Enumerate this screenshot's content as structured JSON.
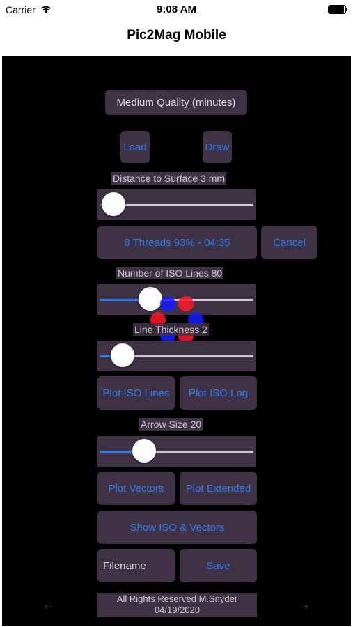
{
  "status_bar": {
    "carrier": "Carrier",
    "time": "9:08 AM"
  },
  "nav": {
    "title": "Pic2Mag Mobile"
  },
  "quality_button": "Medium Quality (minutes)",
  "load_button": "Load",
  "draw_button": "Draw",
  "distance": {
    "label": "Distance to Surface  3 mm",
    "slider_fraction": 0.03
  },
  "threads_button": "8 Threads 93% - 04:35",
  "cancel_button": "Cancel",
  "iso_lines": {
    "label": "Number of ISO Lines  80",
    "slider_fraction": 0.32
  },
  "line_thickness": {
    "label": "Line Thickness  2",
    "slider_fraction": 0.15
  },
  "plot_iso_lines_button": "Plot ISO Lines",
  "plot_iso_log_button": "Plot ISO Log",
  "arrow_size": {
    "label": "Arrow Size  20",
    "slider_fraction": 0.29
  },
  "plot_vectors_button": "Plot Vectors",
  "plot_extended_button": "Plot Extended",
  "show_iso_vectors_button": "Show ISO & Vectors",
  "filename_field": {
    "value": "Filename"
  },
  "save_button": "Save",
  "footer": {
    "line1": "All Rights Reserved M.Snyder",
    "line2": "04/19/2020"
  },
  "colors": {
    "accent": "#2f7cf6",
    "button_bg": "#3e3244",
    "background": "#000000",
    "dot_red": "#ff1a2a",
    "dot_blue": "#1a1aff"
  }
}
